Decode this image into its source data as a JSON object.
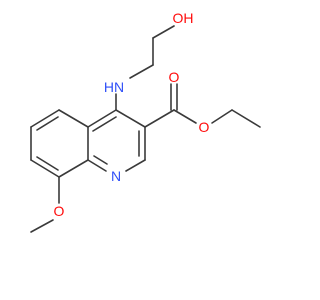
{
  "molecule": {
    "atoms": [
      {
        "id": "O_hydroxyl",
        "label": "OH",
        "color": "#ff0d0d"
      },
      {
        "id": "N_amine",
        "label": "HN",
        "color": "#3050f8"
      },
      {
        "id": "O_carbonyl",
        "label": "O",
        "color": "#ff0d0d"
      },
      {
        "id": "O_ester",
        "label": "O",
        "color": "#ff0d0d"
      },
      {
        "id": "N_ring",
        "label": "N",
        "color": "#3050f8"
      },
      {
        "id": "O_methoxy",
        "label": "O",
        "color": "#ff0d0d"
      }
    ]
  }
}
